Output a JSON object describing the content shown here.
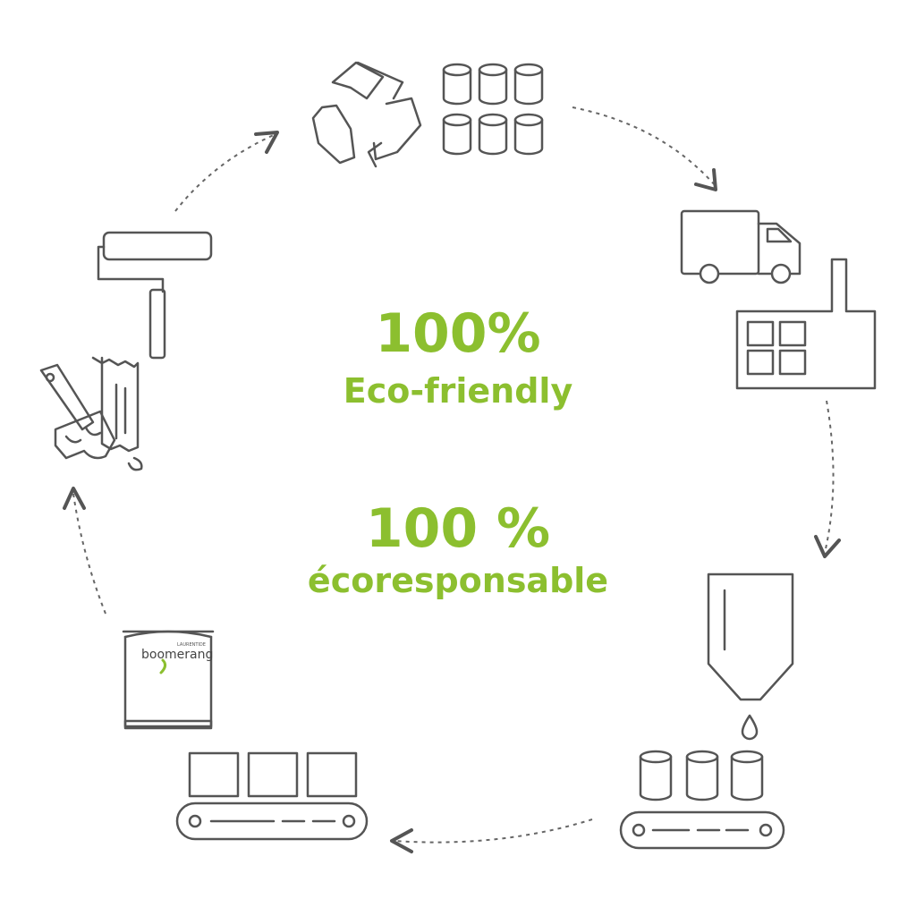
{
  "center": {
    "line1": "100%",
    "line2": "Eco-friendly",
    "line3": "100 %",
    "line4": "écoresponsable"
  },
  "can_label": {
    "brand": "boomerang",
    "small": "LAURENTIDE"
  },
  "colors": {
    "accent": "#8cbf2f",
    "line": "#555555"
  },
  "icons": [
    "recycle-icon",
    "cans-icon",
    "truck-icon",
    "factory-icon",
    "hopper-icon",
    "filling-conveyor-icon",
    "box-conveyor-icon",
    "paint-can-icon",
    "brush-icon",
    "roller-icon"
  ]
}
